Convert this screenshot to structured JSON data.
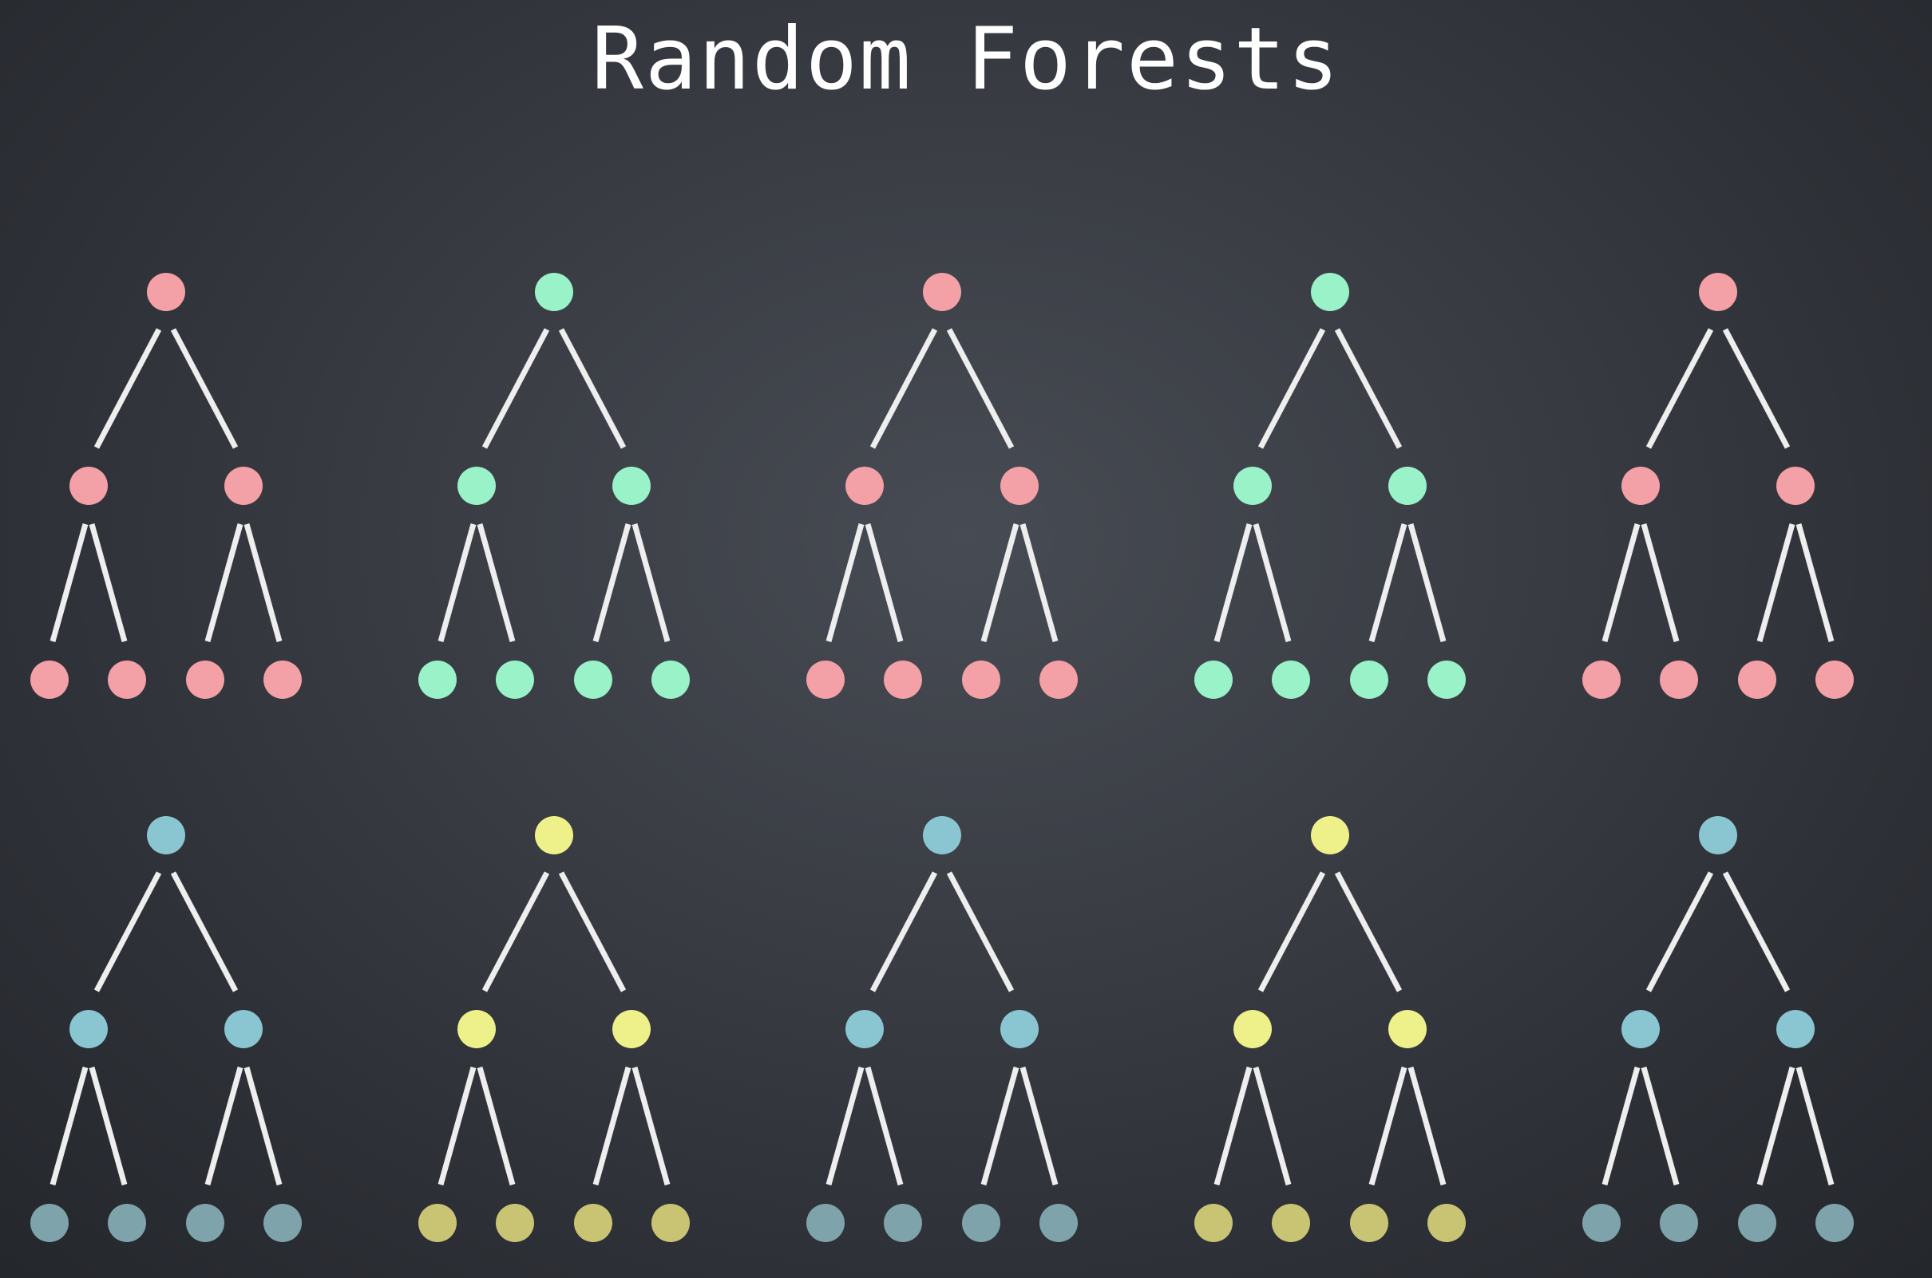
{
  "title": "Random Forests",
  "colors": {
    "pink": "#f3a0a6",
    "green": "#99f2c8",
    "blue": "#89c6d2",
    "yellow": "#eef08a",
    "blue_leaf": "#7ea3ab",
    "yellow_leaf": "#c8c473",
    "edge": "#eeeeee"
  },
  "trees": [
    {
      "row": 1,
      "col": 1,
      "node_color": "pink",
      "leaf_color": "pink"
    },
    {
      "row": 1,
      "col": 2,
      "node_color": "green",
      "leaf_color": "green"
    },
    {
      "row": 1,
      "col": 3,
      "node_color": "pink",
      "leaf_color": "pink"
    },
    {
      "row": 1,
      "col": 4,
      "node_color": "green",
      "leaf_color": "green"
    },
    {
      "row": 1,
      "col": 5,
      "node_color": "pink",
      "leaf_color": "pink"
    },
    {
      "row": 2,
      "col": 1,
      "node_color": "blue",
      "leaf_color": "blue_leaf"
    },
    {
      "row": 2,
      "col": 2,
      "node_color": "yellow",
      "leaf_color": "yellow_leaf"
    },
    {
      "row": 2,
      "col": 3,
      "node_color": "blue",
      "leaf_color": "blue_leaf"
    },
    {
      "row": 2,
      "col": 4,
      "node_color": "yellow",
      "leaf_color": "yellow_leaf"
    },
    {
      "row": 2,
      "col": 5,
      "node_color": "blue",
      "leaf_color": "blue_leaf"
    }
  ]
}
